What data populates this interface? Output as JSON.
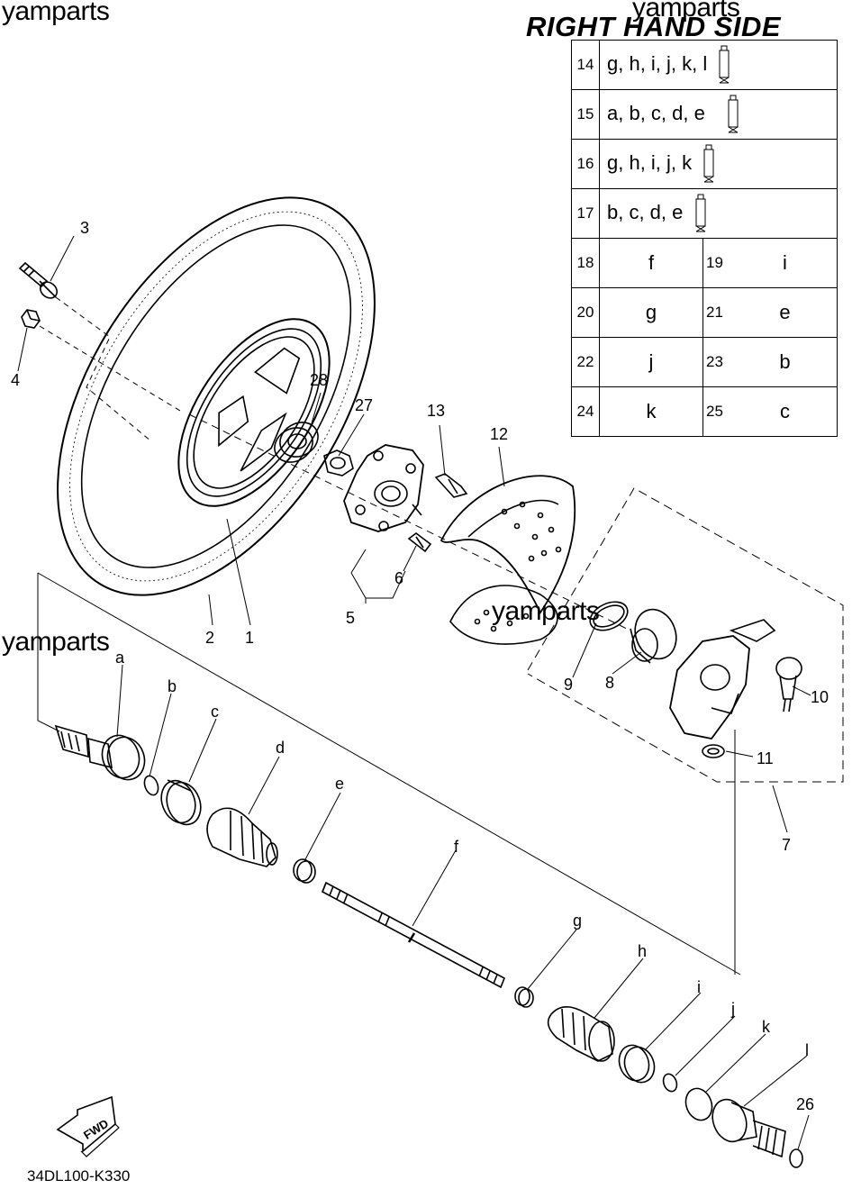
{
  "watermarks": [
    "yamparts",
    "yamparts",
    "yamparts",
    "yamparts"
  ],
  "title": "RIGHT HAND SIDE",
  "diagram_code": "34DL100-K330",
  "fwd_label": "FWD",
  "legend": {
    "kit_rows": [
      {
        "num": "14",
        "letters": "g, h, i, j, k, l"
      },
      {
        "num": "15",
        "letters": "a, b, c, d, e"
      },
      {
        "num": "16",
        "letters": "g, h, i, j, k"
      },
      {
        "num": "17",
        "letters": "b, c, d, e"
      }
    ],
    "pair_rows": [
      [
        {
          "num": "18",
          "letter": "f"
        },
        {
          "num": "19",
          "letter": "i"
        }
      ],
      [
        {
          "num": "20",
          "letter": "g"
        },
        {
          "num": "21",
          "letter": "e"
        }
      ],
      [
        {
          "num": "22",
          "letter": "j"
        },
        {
          "num": "23",
          "letter": "b"
        }
      ],
      [
        {
          "num": "24",
          "letter": "k"
        },
        {
          "num": "25",
          "letter": "c"
        }
      ]
    ]
  },
  "callouts": {
    "n1": "1",
    "n2": "2",
    "n3": "3",
    "n4": "4",
    "n5": "5",
    "n6": "6",
    "n7": "7",
    "n8": "8",
    "n9": "9",
    "n10": "10",
    "n11": "11",
    "n12": "12",
    "n13": "13",
    "n26": "26",
    "n27": "27",
    "n28": "28",
    "a": "a",
    "b": "b",
    "c": "c",
    "d": "d",
    "e": "e",
    "f": "f",
    "g": "g",
    "h": "h",
    "i": "i",
    "j": "j",
    "k": "k",
    "l": "l"
  }
}
